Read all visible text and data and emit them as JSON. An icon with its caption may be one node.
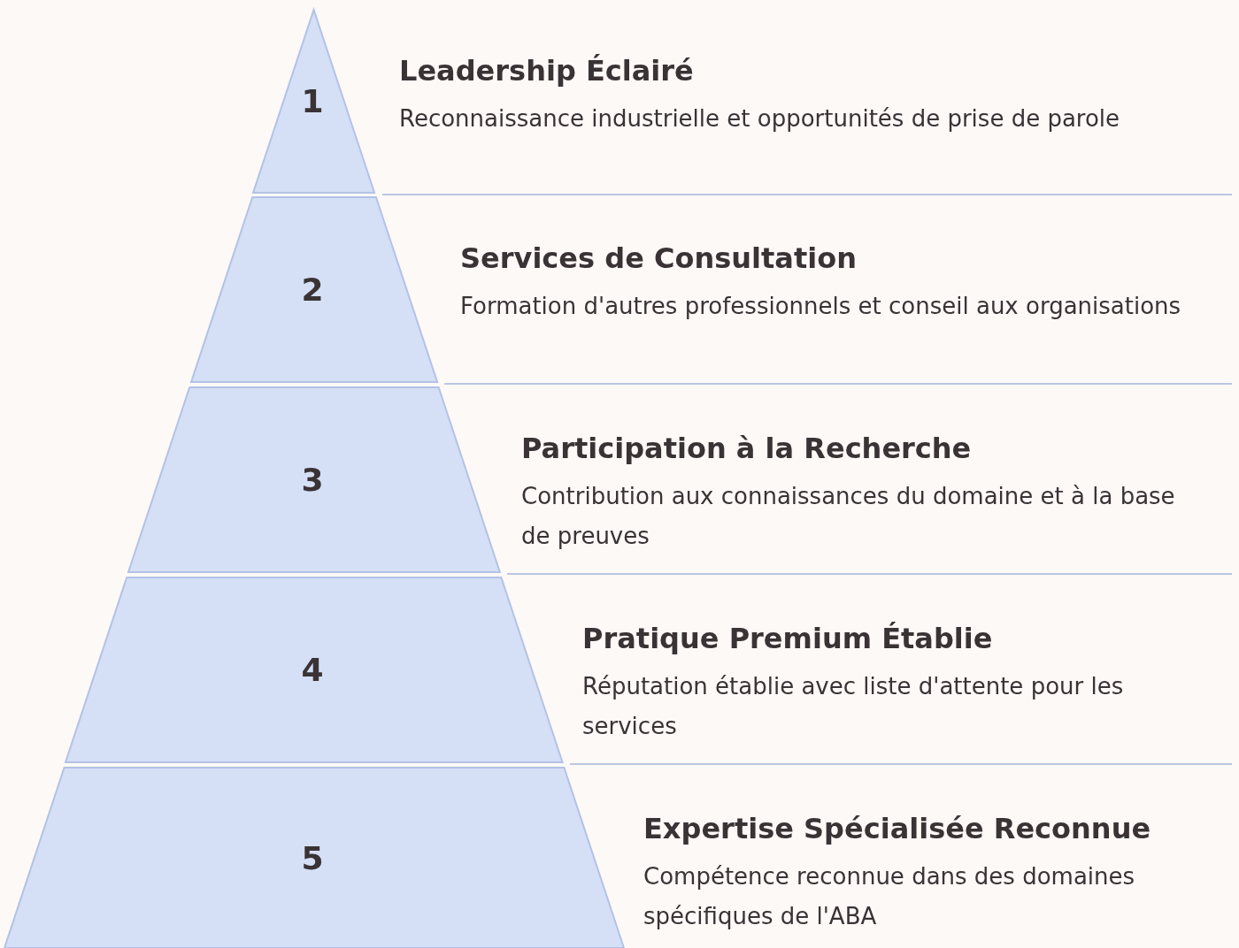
{
  "diagram": {
    "nodes": [
      {
        "text": [
          "1"
        ],
        "beside": [
          "Leadership Éclairé",
          "Reconnaissance industrielle et opportunités de prise de parole"
        ]
      },
      {
        "text": [
          "2"
        ],
        "beside": [
          "Services de Consultation",
          "Formation d'autres professionnels et conseil aux organisations"
        ]
      },
      {
        "text": [
          "3"
        ],
        "beside": [
          "Participation à la Recherche",
          "Contribution aux connaissances du domaine et à la base de preuves"
        ]
      },
      {
        "text": [
          "4"
        ],
        "beside": [
          "Pratique Premium Établie",
          "Réputation établie avec liste d'attente pour les services"
        ]
      },
      {
        "text": [
          "5"
        ],
        "beside": [
          "Expertise Spécialisée Reconnue",
          "Compétence reconnue dans des domaines spécifiques de l'ABA"
        ]
      }
    ]
  }
}
